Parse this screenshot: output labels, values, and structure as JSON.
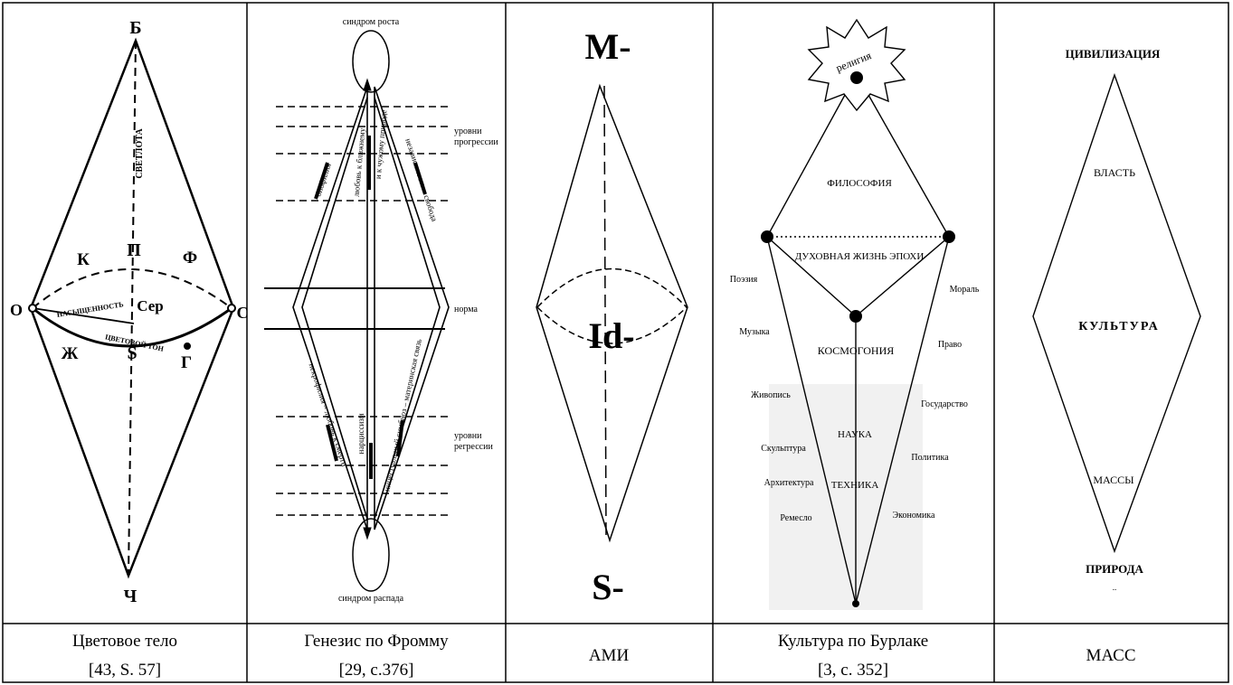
{
  "table": {
    "columns": [
      {
        "id": "color-body",
        "caption": [
          "Цветовое тело",
          "[43, S. 57]"
        ],
        "labels": {
          "top": "Б",
          "bottom": "Ч",
          "left": "О",
          "right": "С",
          "mid_top": "П",
          "mid_bottom": "S",
          "k": "К",
          "f": "Ф",
          "zh": "Ж",
          "g": "Г",
          "center": "Сер",
          "vertical": "СВЕТЛОТА",
          "saturation": "НАСЫЩЕННОСТЬ",
          "hue": "ЦВЕТОВОЙ ТОН"
        }
      },
      {
        "id": "fromm",
        "caption": [
          "Генезис по Фромму",
          "[29, с.376]"
        ],
        "labels": {
          "top": "синдром роста",
          "bottom": "синдром распада",
          "progress": [
            "уровни",
            "прогрессии"
          ],
          "norm": "норма",
          "regress": [
            "уровни",
            "регрессии"
          ],
          "line_biophilia": "биофилия",
          "line_love": "любовь к ближнему",
          "line_love2": "и к чужому природе",
          "line_freedom": "независимость – свобода",
          "line_necrophilia": "некрофилия – любовь к смерти",
          "line_narcissism": "нарциссизм",
          "line_symbiosis": "инцестуальный симбиоз – материнская связь"
        }
      },
      {
        "id": "ami",
        "caption": [
          "АМИ"
        ],
        "labels": {
          "top": "M-",
          "middle": "Id-",
          "bottom": "S-"
        }
      },
      {
        "id": "burlaka",
        "caption": [
          "Культура по Бурлаке",
          "[3, с. 352]"
        ],
        "labels": {
          "religion": "религия",
          "philosophy": "ФИЛОСОФИЯ",
          "spiritual": "ДУХОВНАЯ ЖИЗНЬ ЭПОХИ",
          "cosmogony": "КОСМОГОНИЯ",
          "science": "НАУКА",
          "technology": "ТЕХНИКА",
          "left": [
            "Поэзия",
            "Музыка",
            "Живопись",
            "Скульптура",
            "Архитектура",
            "Ремесло"
          ],
          "right": [
            "Мораль",
            "Право",
            "Государство",
            "Политика",
            "Экономика"
          ]
        }
      },
      {
        "id": "mass",
        "caption": [
          "МАСС"
        ],
        "labels": {
          "top": "ЦИВИЛИЗАЦИЯ",
          "upper": "ВЛАСТЬ",
          "middle": "КУЛЬТУРА",
          "lower": "МАССЫ",
          "bottom": "ПРИРОДА",
          "tiny": "..",
          "tiny_bottom": "''"
        }
      }
    ]
  }
}
